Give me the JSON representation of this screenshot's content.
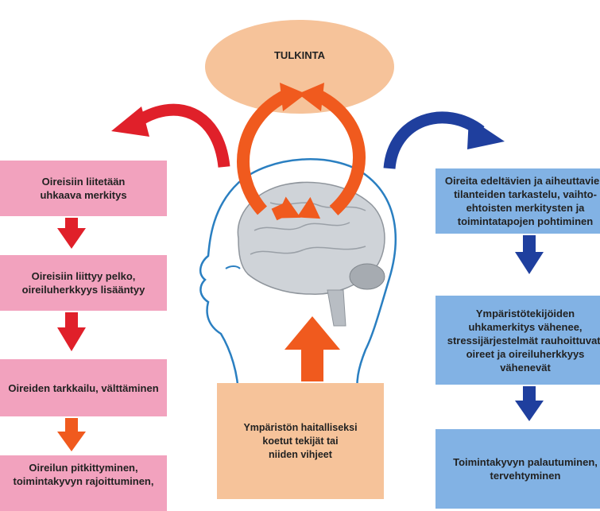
{
  "center": {
    "title": "TULKINTA",
    "bottom_text": "Ympäristön haitalliseksi\nkoetut tekijät tai\nniiden vihjeet"
  },
  "left_boxes": [
    "Oireisiin liitetään\nuhkaava merkitys",
    "Oireisiin liittyy pelko,\noireiluherkkyys lisääntyy",
    "Oireiden tarkkailu, välttäminen",
    "Oireilun pitkittyminen,\ntoimintakyvyn rajoittuminen,"
  ],
  "right_boxes": [
    "Oireita edeltävien ja aiheuttavien\ntilanteiden tarkastelu, vaihto-\nehtoisten merkitysten ja\ntoimintatapojen pohtiminen",
    "Ympäristötekijöiden\nuhkamerkitys vähenee,\nstressijärjestelmät rauhoittuvat,\noireet ja oireiluherkkyys\nvähenevät",
    "Toimintakyvyn palautuminen,\ntervehtyminen"
  ],
  "colors": {
    "pink_box": "#f2a2be",
    "blue_box": "#82b2e4",
    "peach": "#f6c39a",
    "red_arrow": "#e0202a",
    "orange_arrow": "#f05a1e",
    "blue_arrow": "#1f3f9e"
  }
}
